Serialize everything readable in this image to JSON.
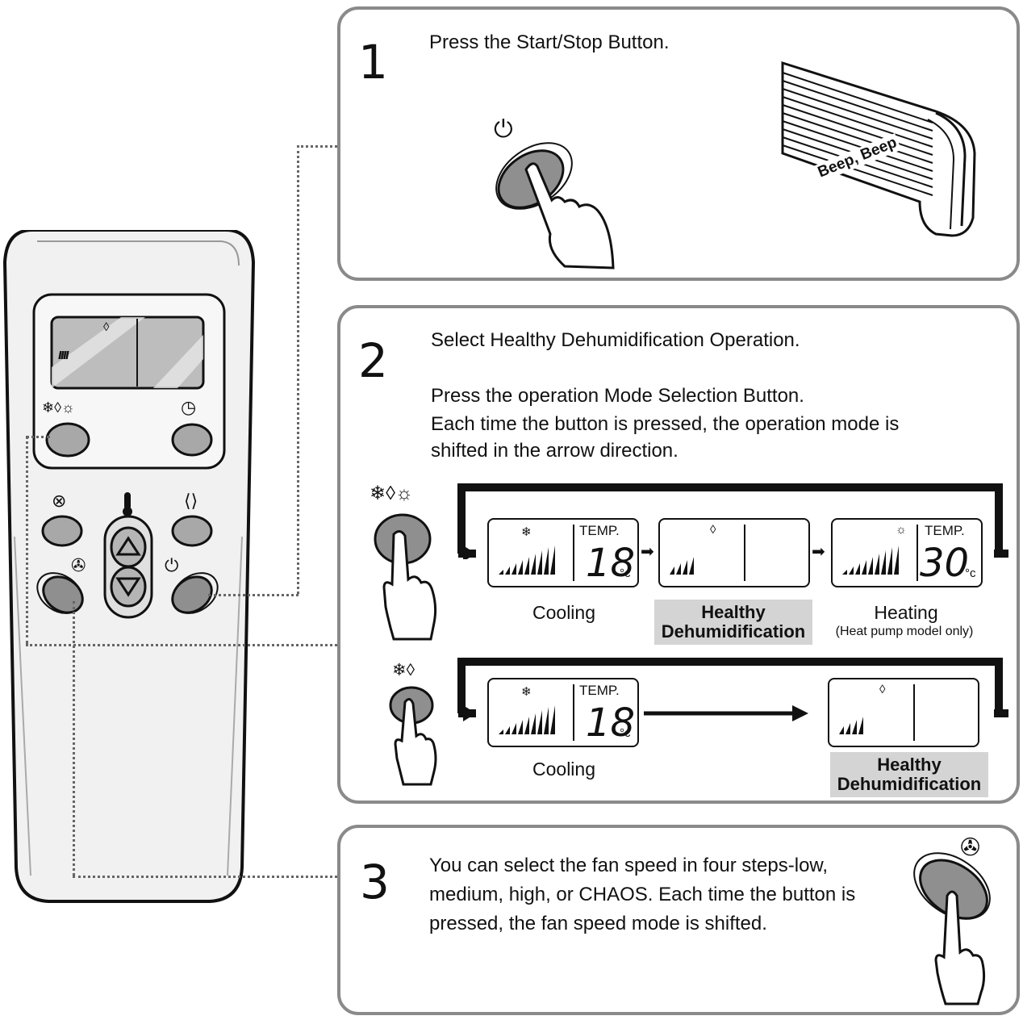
{
  "steps": [
    {
      "number": "1",
      "text": "Press the Start/Stop Button.",
      "beep": "Beep, Beep"
    },
    {
      "number": "2",
      "title": "Select Healthy Dehumidification Operation.",
      "lines": [
        "Press the operation Mode Selection Button.",
        "Each time the button is pressed, the operation mode is",
        "shifted in the arrow direction."
      ]
    },
    {
      "number": "3",
      "lines": [
        "You can select the fan speed in four steps-low,",
        "medium, high, or CHAOS. Each time the button is",
        "pressed, the fan speed mode is shifted."
      ]
    }
  ],
  "modes_row1": {
    "cooling": {
      "label": "Cooling",
      "temp_label": "TEMP.",
      "temp": "18",
      "unit": "°c"
    },
    "dehum": {
      "label_line1": "Healthy",
      "label_line2": "Dehumidification"
    },
    "heating": {
      "label": "Heating",
      "note": "(Heat pump model only)",
      "temp_label": "TEMP.",
      "temp": "30",
      "unit": "°c"
    }
  },
  "modes_row2": {
    "cooling": {
      "label": "Cooling",
      "temp_label": "TEMP.",
      "temp": "18",
      "unit": "°c"
    },
    "dehum": {
      "label_line1": "Healthy",
      "label_line2": "Dehumidification"
    }
  },
  "icons": {
    "snow": "❄",
    "drop": "💧",
    "sun": "☼",
    "power": "⏻",
    "clock": "◷",
    "fan": "✇"
  },
  "colors": {
    "panel_border": "#8a8a8a",
    "button_fill": "#8f8f8f",
    "highlight": "#d4d4d4"
  }
}
